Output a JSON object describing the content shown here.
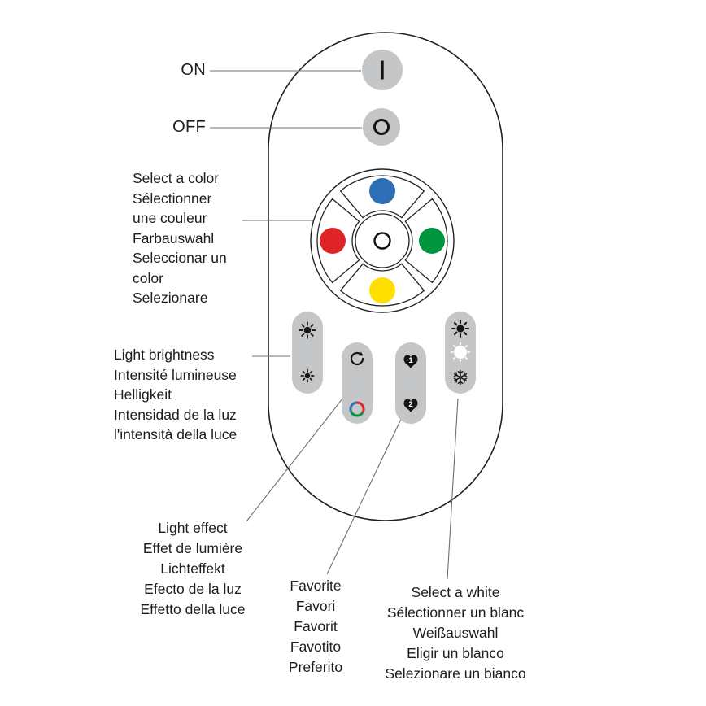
{
  "labels": {
    "on": "ON",
    "off": "OFF",
    "select_color": "Select a color\nSélectionner\nune couleur\nFarbauswahl\nSeleccionar un\ncolor\nSelezionare",
    "brightness": "Light brightness\nIntensité lumineuse\nHelligkeit\nIntensidad de la luz\nl'intensità della luce",
    "light_effect": "Light effect\nEffet de lumière\nLichteffekt\nEfecto de la luz\nEffetto della luce",
    "favorite": "Favorite\nFavori\nFavorit\nFavotito\nPreferito",
    "select_white": "Select a white\nSélectionner un blanc\nWeißauswahl\nEligir un blanco\nSelezionare un bianco"
  },
  "buttons": {
    "favorite_1": "1",
    "favorite_2": "2"
  },
  "colors": {
    "button_gray": "#c4c6c8",
    "blue": "#2e6eb5",
    "red": "#df2328",
    "green": "#019540",
    "yellow": "#ffdf00"
  }
}
